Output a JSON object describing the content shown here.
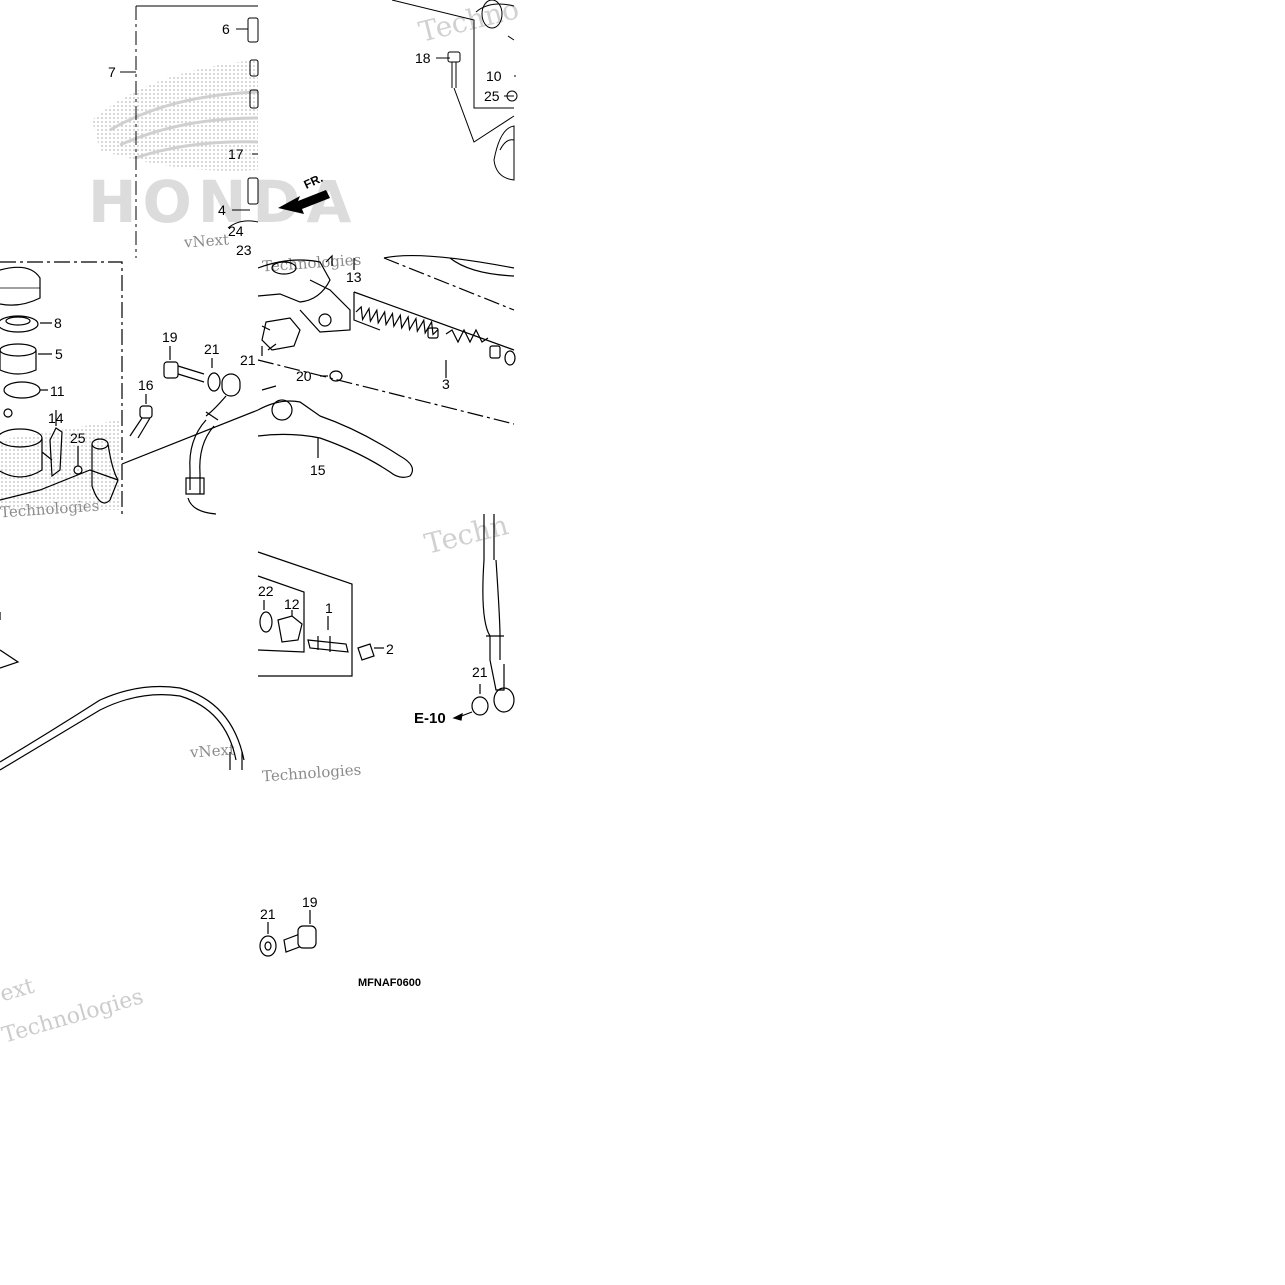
{
  "diagram": {
    "watermark": {
      "logo": "HONDA",
      "brand_parts": [
        "Techno",
        "vNext",
        "Technologies",
        "Techn",
        "ext"
      ]
    },
    "callouts": [
      {
        "id": "c6",
        "text": "6"
      },
      {
        "id": "c7",
        "text": "7"
      },
      {
        "id": "c17",
        "text": "17"
      },
      {
        "id": "c4",
        "text": "4"
      },
      {
        "id": "c24",
        "text": "24"
      },
      {
        "id": "c23",
        "text": "23"
      },
      {
        "id": "c18",
        "text": "18"
      },
      {
        "id": "c10",
        "text": "10"
      },
      {
        "id": "c25a",
        "text": "25"
      },
      {
        "id": "c13",
        "text": "13"
      },
      {
        "id": "c8",
        "text": "8"
      },
      {
        "id": "c5",
        "text": "5"
      },
      {
        "id": "c11",
        "text": "11"
      },
      {
        "id": "c14",
        "text": "14"
      },
      {
        "id": "c25b",
        "text": "25"
      },
      {
        "id": "c19a",
        "text": "19"
      },
      {
        "id": "c21a",
        "text": "21"
      },
      {
        "id": "c21b",
        "text": "21"
      },
      {
        "id": "c16",
        "text": "16"
      },
      {
        "id": "c20",
        "text": "20"
      },
      {
        "id": "c3",
        "text": "3"
      },
      {
        "id": "c15",
        "text": "15"
      },
      {
        "id": "c22",
        "text": "22"
      },
      {
        "id": "c12",
        "text": "12"
      },
      {
        "id": "c1",
        "text": "1"
      },
      {
        "id": "c2",
        "text": "2"
      },
      {
        "id": "c21c",
        "text": "21"
      },
      {
        "id": "c21d",
        "text": "21"
      },
      {
        "id": "c19b",
        "text": "19"
      }
    ],
    "direction_label": "FR.",
    "section_ref": "E-10",
    "drawing_code": "MFNAF0600"
  }
}
